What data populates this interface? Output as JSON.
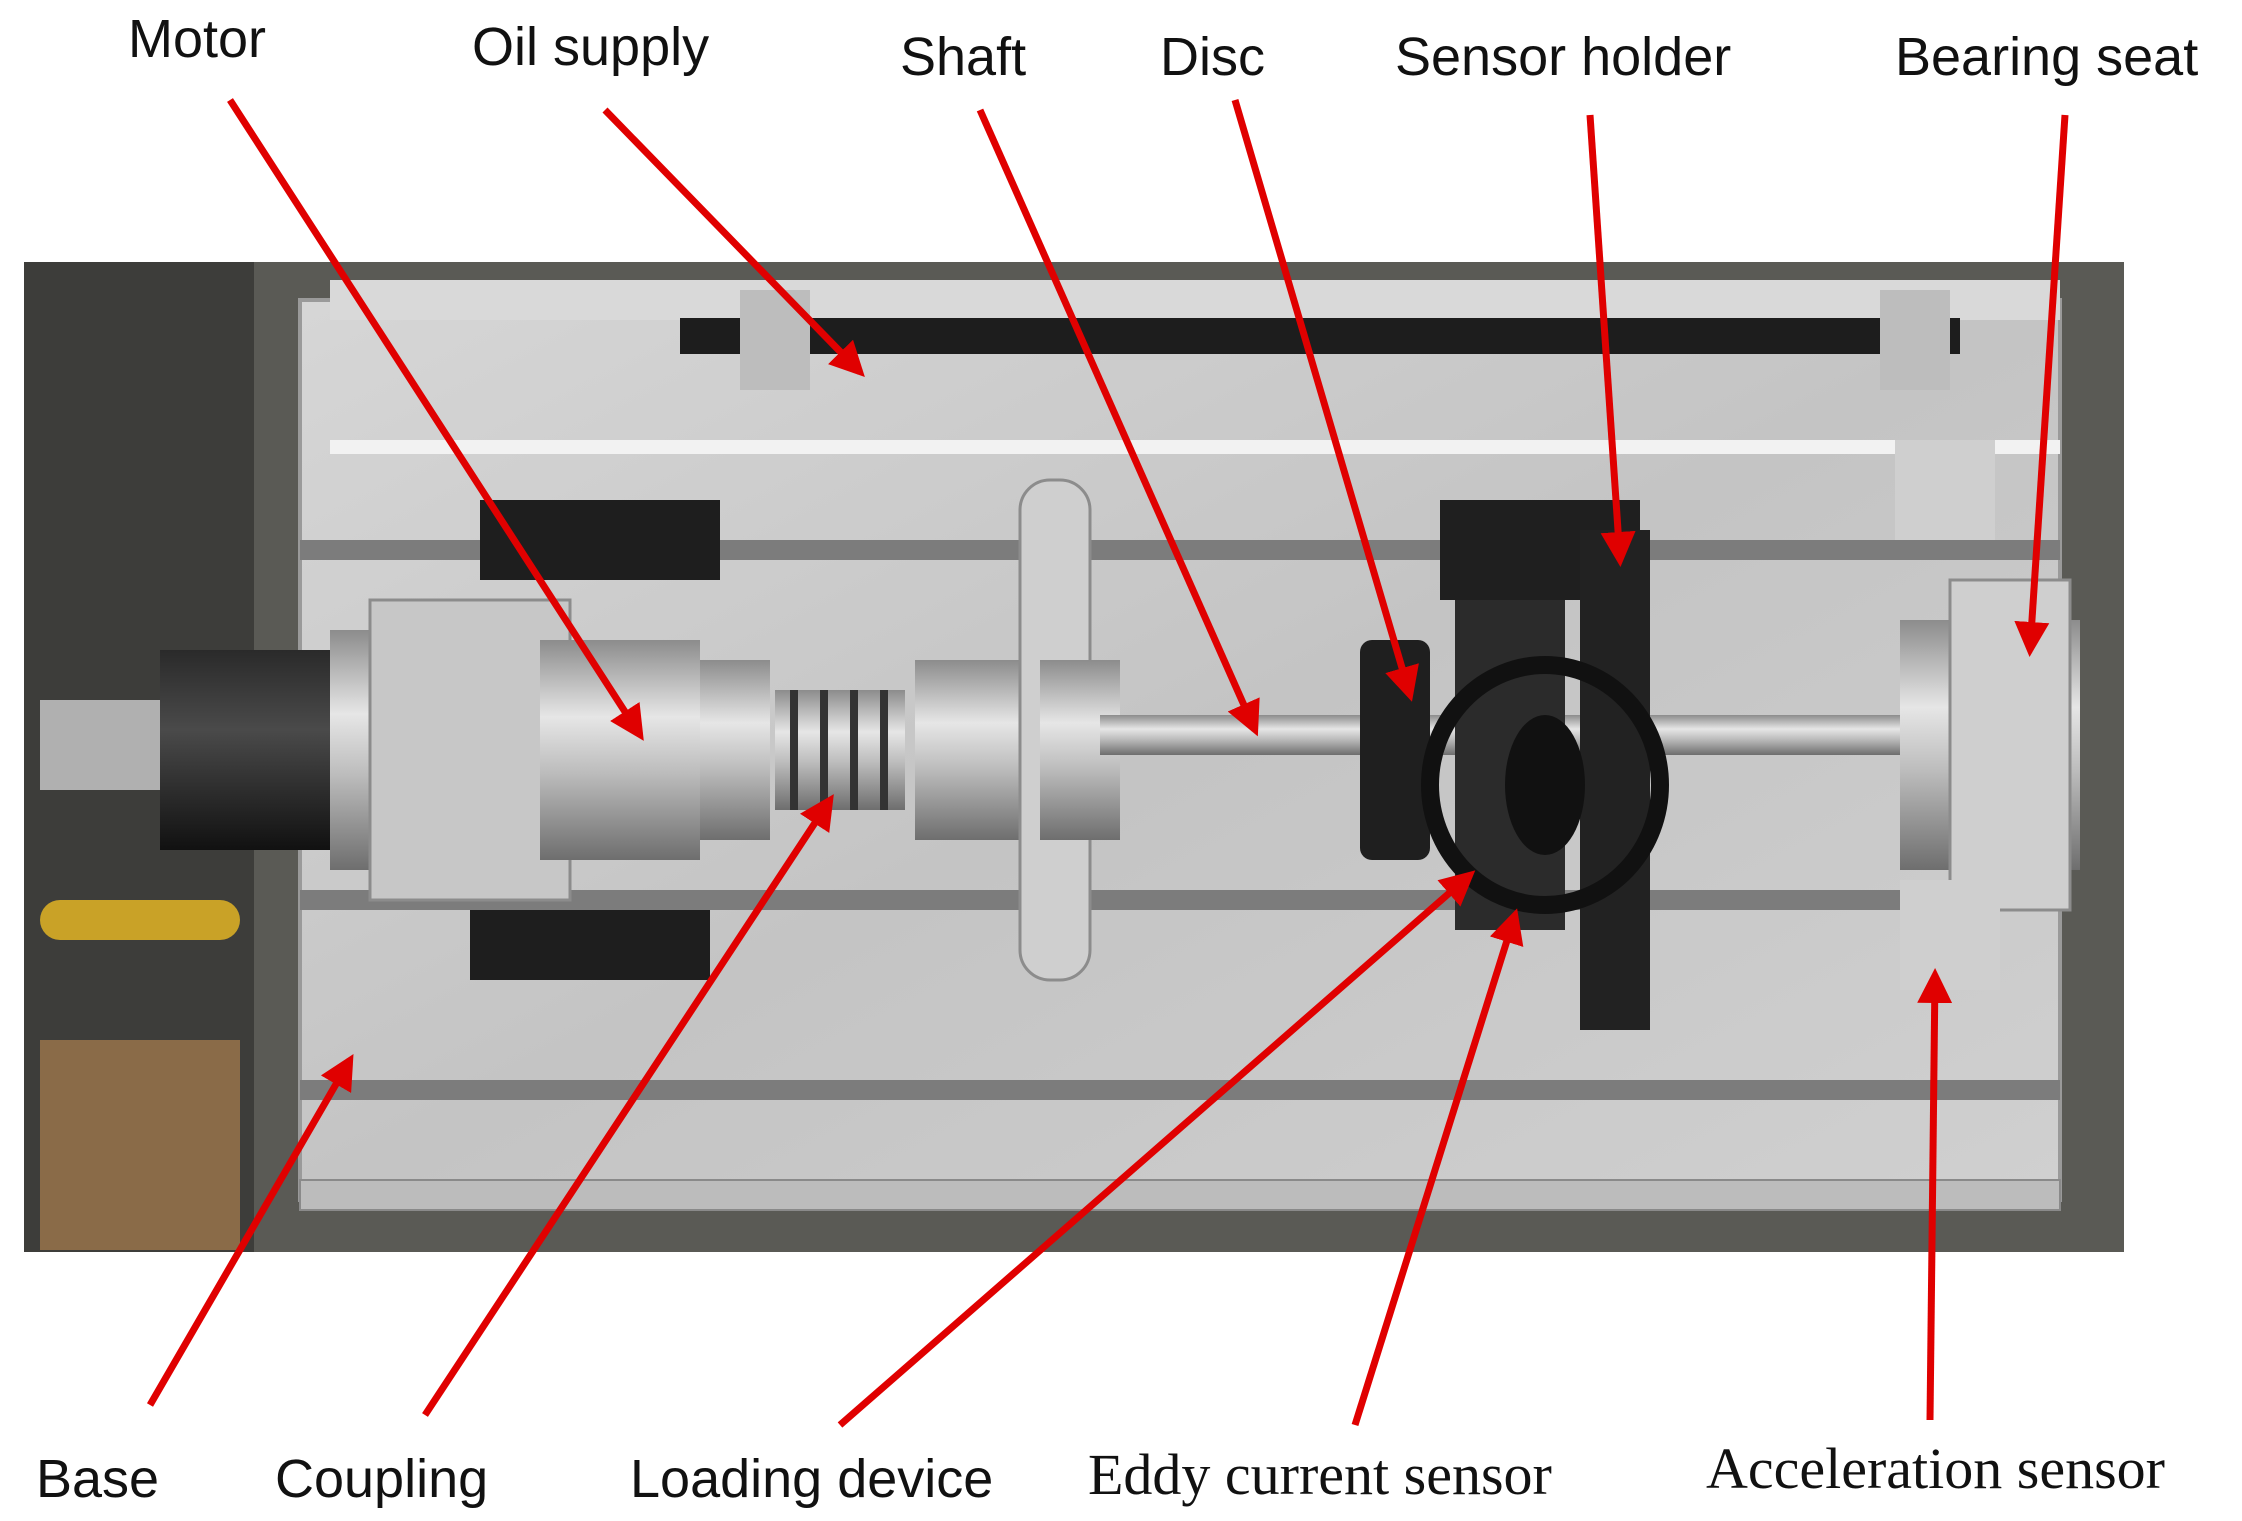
{
  "labels": {
    "motor": "Motor",
    "oil_supply": "Oil supply",
    "shaft": "Shaft",
    "disc": "Disc",
    "sensor_holder": "Sensor holder",
    "bearing_seat": "Bearing seat",
    "base": "Base",
    "coupling": "Coupling",
    "loading_device": "Loading device",
    "eddy_current_sensor": "Eddy current sensor",
    "acceleration_sensor": "Acceleration sensor"
  },
  "colors": {
    "arrow": "#e00000",
    "plate": "#c9c9c9",
    "metal": "#b5b5b5",
    "dark": "#1a1a1a",
    "background": "#ffffff"
  }
}
